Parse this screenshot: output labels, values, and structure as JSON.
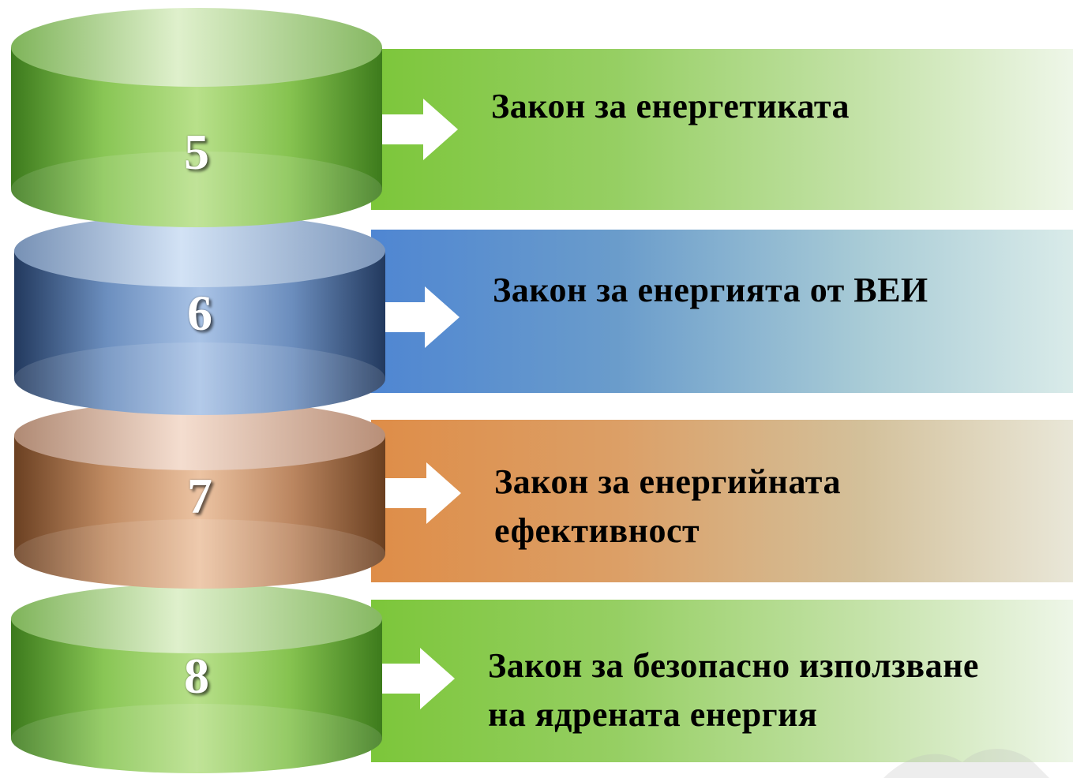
{
  "items": [
    {
      "number": "5",
      "label_lines": [
        "Закон за енергетиката"
      ],
      "color": "green"
    },
    {
      "number": "6",
      "label_lines": [
        "Закон за енергията от ВЕИ"
      ],
      "color": "blue"
    },
    {
      "number": "7",
      "label_lines": [
        "Закон за енергийната",
        "ефективност"
      ],
      "color": "orange"
    },
    {
      "number": "8",
      "label_lines": [
        "Закон за безопасно използване",
        "на ядрената енергия"
      ],
      "color": "green"
    }
  ],
  "colors": {
    "green": "#7cc63a",
    "blue": "#4f86d2",
    "orange": "#de8d48",
    "arrow": "#ffffff",
    "text": "#000000"
  },
  "icons": [
    "right-arrow-icon"
  ]
}
